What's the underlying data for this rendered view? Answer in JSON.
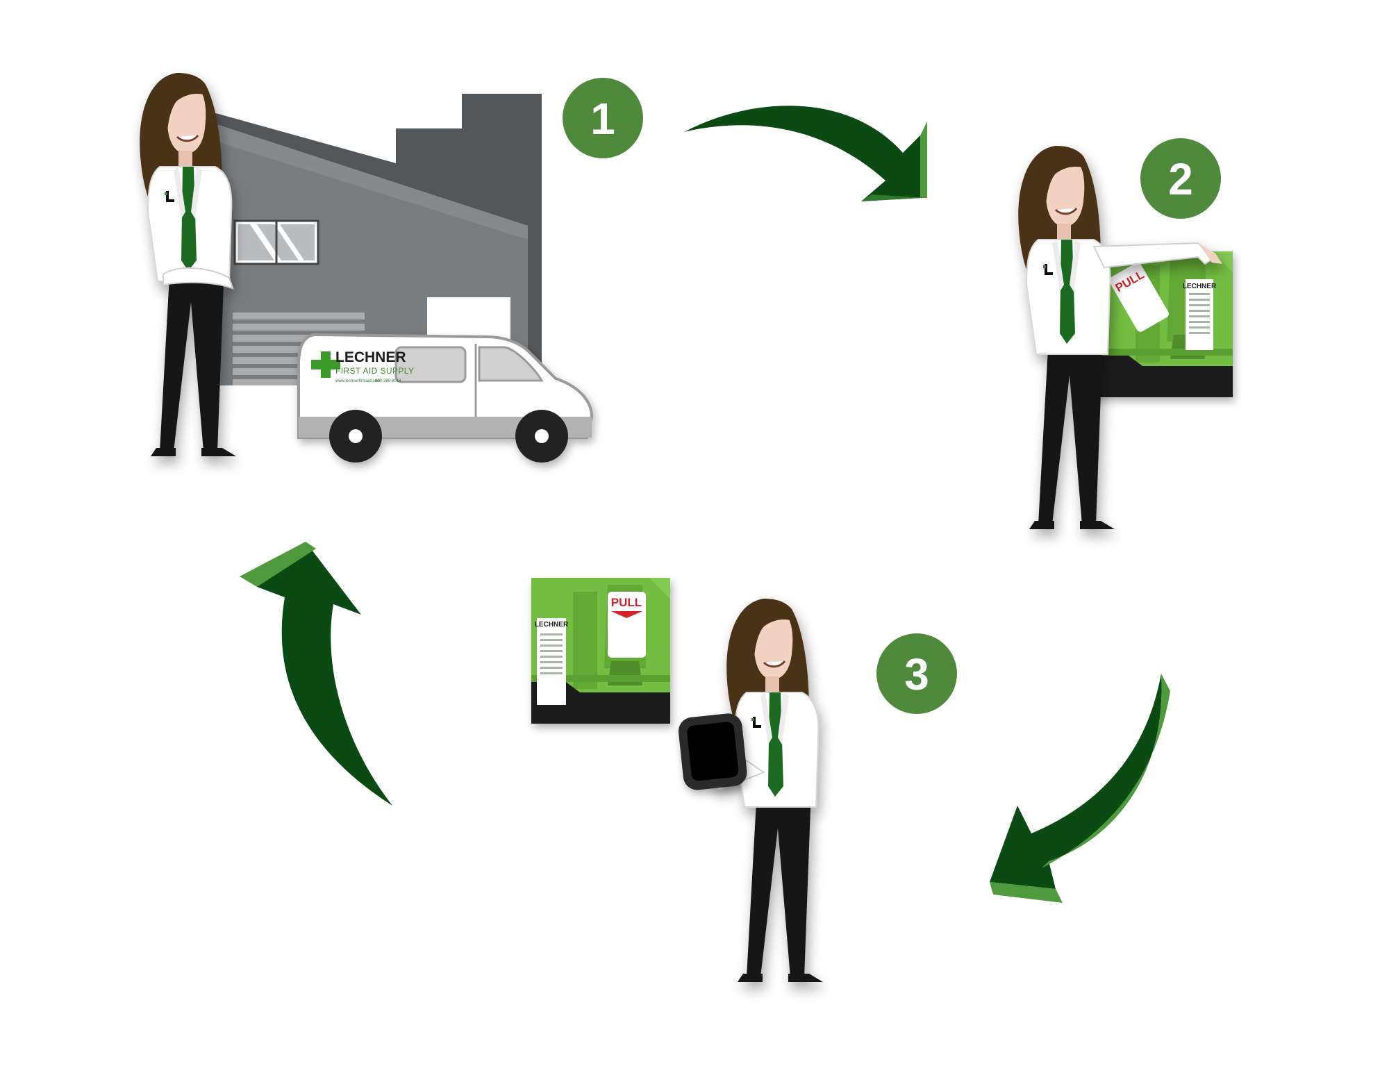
{
  "steps": [
    {
      "number": "1"
    },
    {
      "number": "2"
    },
    {
      "number": "3"
    }
  ],
  "van": {
    "brand": "LECHNER",
    "subtitle": "FIRST AID SUPPLY",
    "website": "www.lechnerfirstaid.com",
    "phone": "800-269-8018"
  },
  "cabinet": {
    "pull_label": "PULL",
    "label_brand": "LECHNER"
  },
  "colors": {
    "step_badge": "#4f8a3c",
    "arrow_dark": "#0b4a12",
    "arrow_light": "#4e9a3c",
    "cabinet_green": "#72bd43",
    "building_dark": "#53575a",
    "building_mid": "#7a7d80"
  },
  "icons": [
    "woman-figure-icon",
    "warehouse-icon",
    "delivery-van-icon",
    "first-aid-cabinet-icon",
    "tablet-icon",
    "cycle-arrow-icon"
  ]
}
